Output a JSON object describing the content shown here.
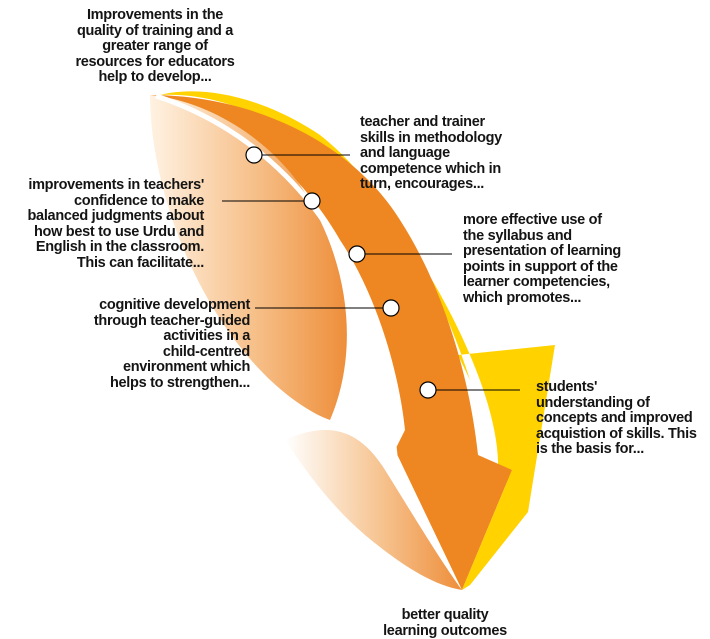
{
  "diagram": {
    "intro": "Improvements in the\nquality of training and a\ngreater range of\nresources for educators\nhelp to develop...",
    "steps": [
      {
        "text": "teacher and trainer\nskills in methodology\nand language\ncompetence which in\nturn, encourages..."
      },
      {
        "text": "improvements in teachers'\nconfidence to make\nbalanced judgments about\nhow best to use Urdu and\nEnglish in the classroom.\nThis can facilitate..."
      },
      {
        "text": "more effective use of\nthe syllabus and\npresentation of learning\npoints in support of the\nlearner competencies,\nwhich promotes..."
      },
      {
        "text": "cognitive development\nthrough teacher-guided\nactivities in a\nchild-centred\nenvironment which\nhelps to strengthen..."
      },
      {
        "text": "students'\nunderstanding of\nconcepts and improved\nacquistion of skills. This\nis the basis for..."
      }
    ],
    "outcome": "better quality\nlearning outcomes",
    "colors": {
      "yellow": "#FFD200",
      "orange": "#EE8722",
      "peach": "#F2A862",
      "peach_light": "#FBE3C6",
      "line": "#000000"
    }
  }
}
